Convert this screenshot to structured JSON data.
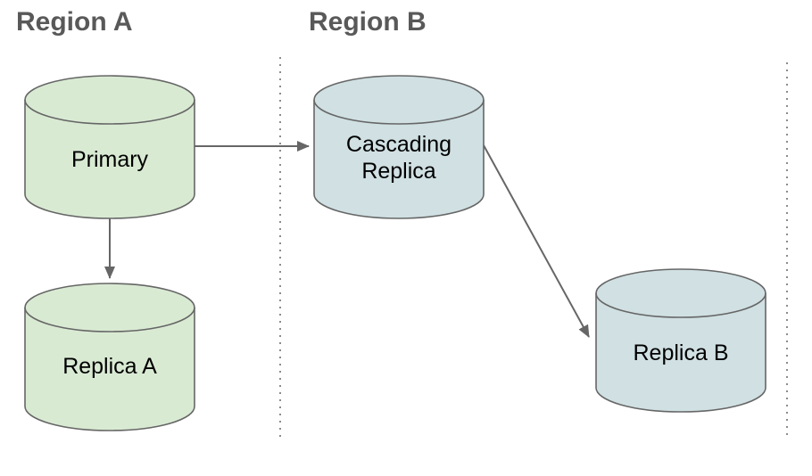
{
  "diagram": {
    "regions": [
      {
        "name": "Region A",
        "nodes": [
          {
            "id": "primary",
            "label": "Primary"
          },
          {
            "id": "replica-a",
            "label": "Replica A"
          }
        ]
      },
      {
        "name": "Region B",
        "nodes": [
          {
            "id": "cascading-replica",
            "label": "Cascading Replica"
          },
          {
            "id": "replica-b",
            "label": "Replica B"
          }
        ]
      }
    ],
    "edges": [
      {
        "from": "primary",
        "to": "cascading-replica"
      },
      {
        "from": "primary",
        "to": "replica-a"
      },
      {
        "from": "cascading-replica",
        "to": "replica-b"
      }
    ],
    "colors": {
      "node_green": "#d9ead3",
      "node_blue": "#d0e0e3",
      "shape_stroke": "#666666",
      "connector": "#666666",
      "divider": "#8c8c8c",
      "region_title": "#595959",
      "label_text": "#000000",
      "background": "#ffffff"
    }
  }
}
